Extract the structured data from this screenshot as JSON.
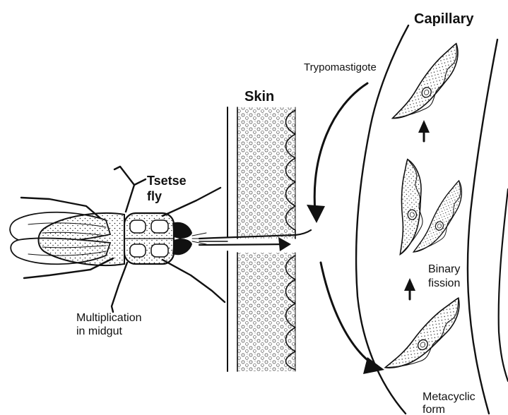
{
  "labels": {
    "capillary": "Capillary",
    "trypomastigote": "Trypomastigote",
    "skin": "Skin",
    "tsetse_line1": "Tsetse",
    "tsetse_line2": "fly",
    "multiplication_line1": "Multiplication",
    "multiplication_line2": "in midgut",
    "binary_line1": "Binary",
    "binary_line2": "fission",
    "metacyclic_line1": "Metacyclic",
    "metacyclic_line2": "form"
  },
  "colors": {
    "ink": "#111111",
    "background": "#ffffff",
    "stipple": "#222222"
  },
  "icons": {
    "fly": "tsetse-fly-illustration",
    "parasite": "trypanosome-cell",
    "arrow": "filled-arrowhead"
  }
}
